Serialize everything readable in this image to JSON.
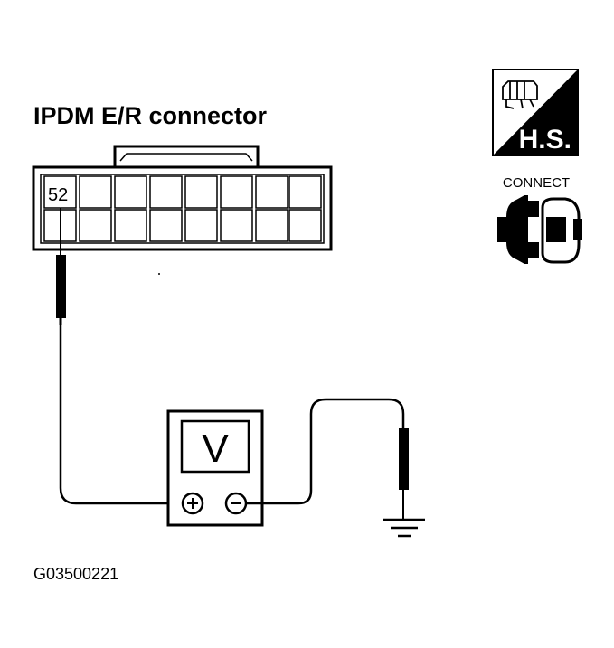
{
  "title": "IPDM E/R connector",
  "pin_label": "52",
  "meter_label": "V",
  "terminals": {
    "positive": "+",
    "negative": "−"
  },
  "figure_code": "G03500221",
  "badge_text": "H.S.",
  "connect_label": "CONNECT"
}
